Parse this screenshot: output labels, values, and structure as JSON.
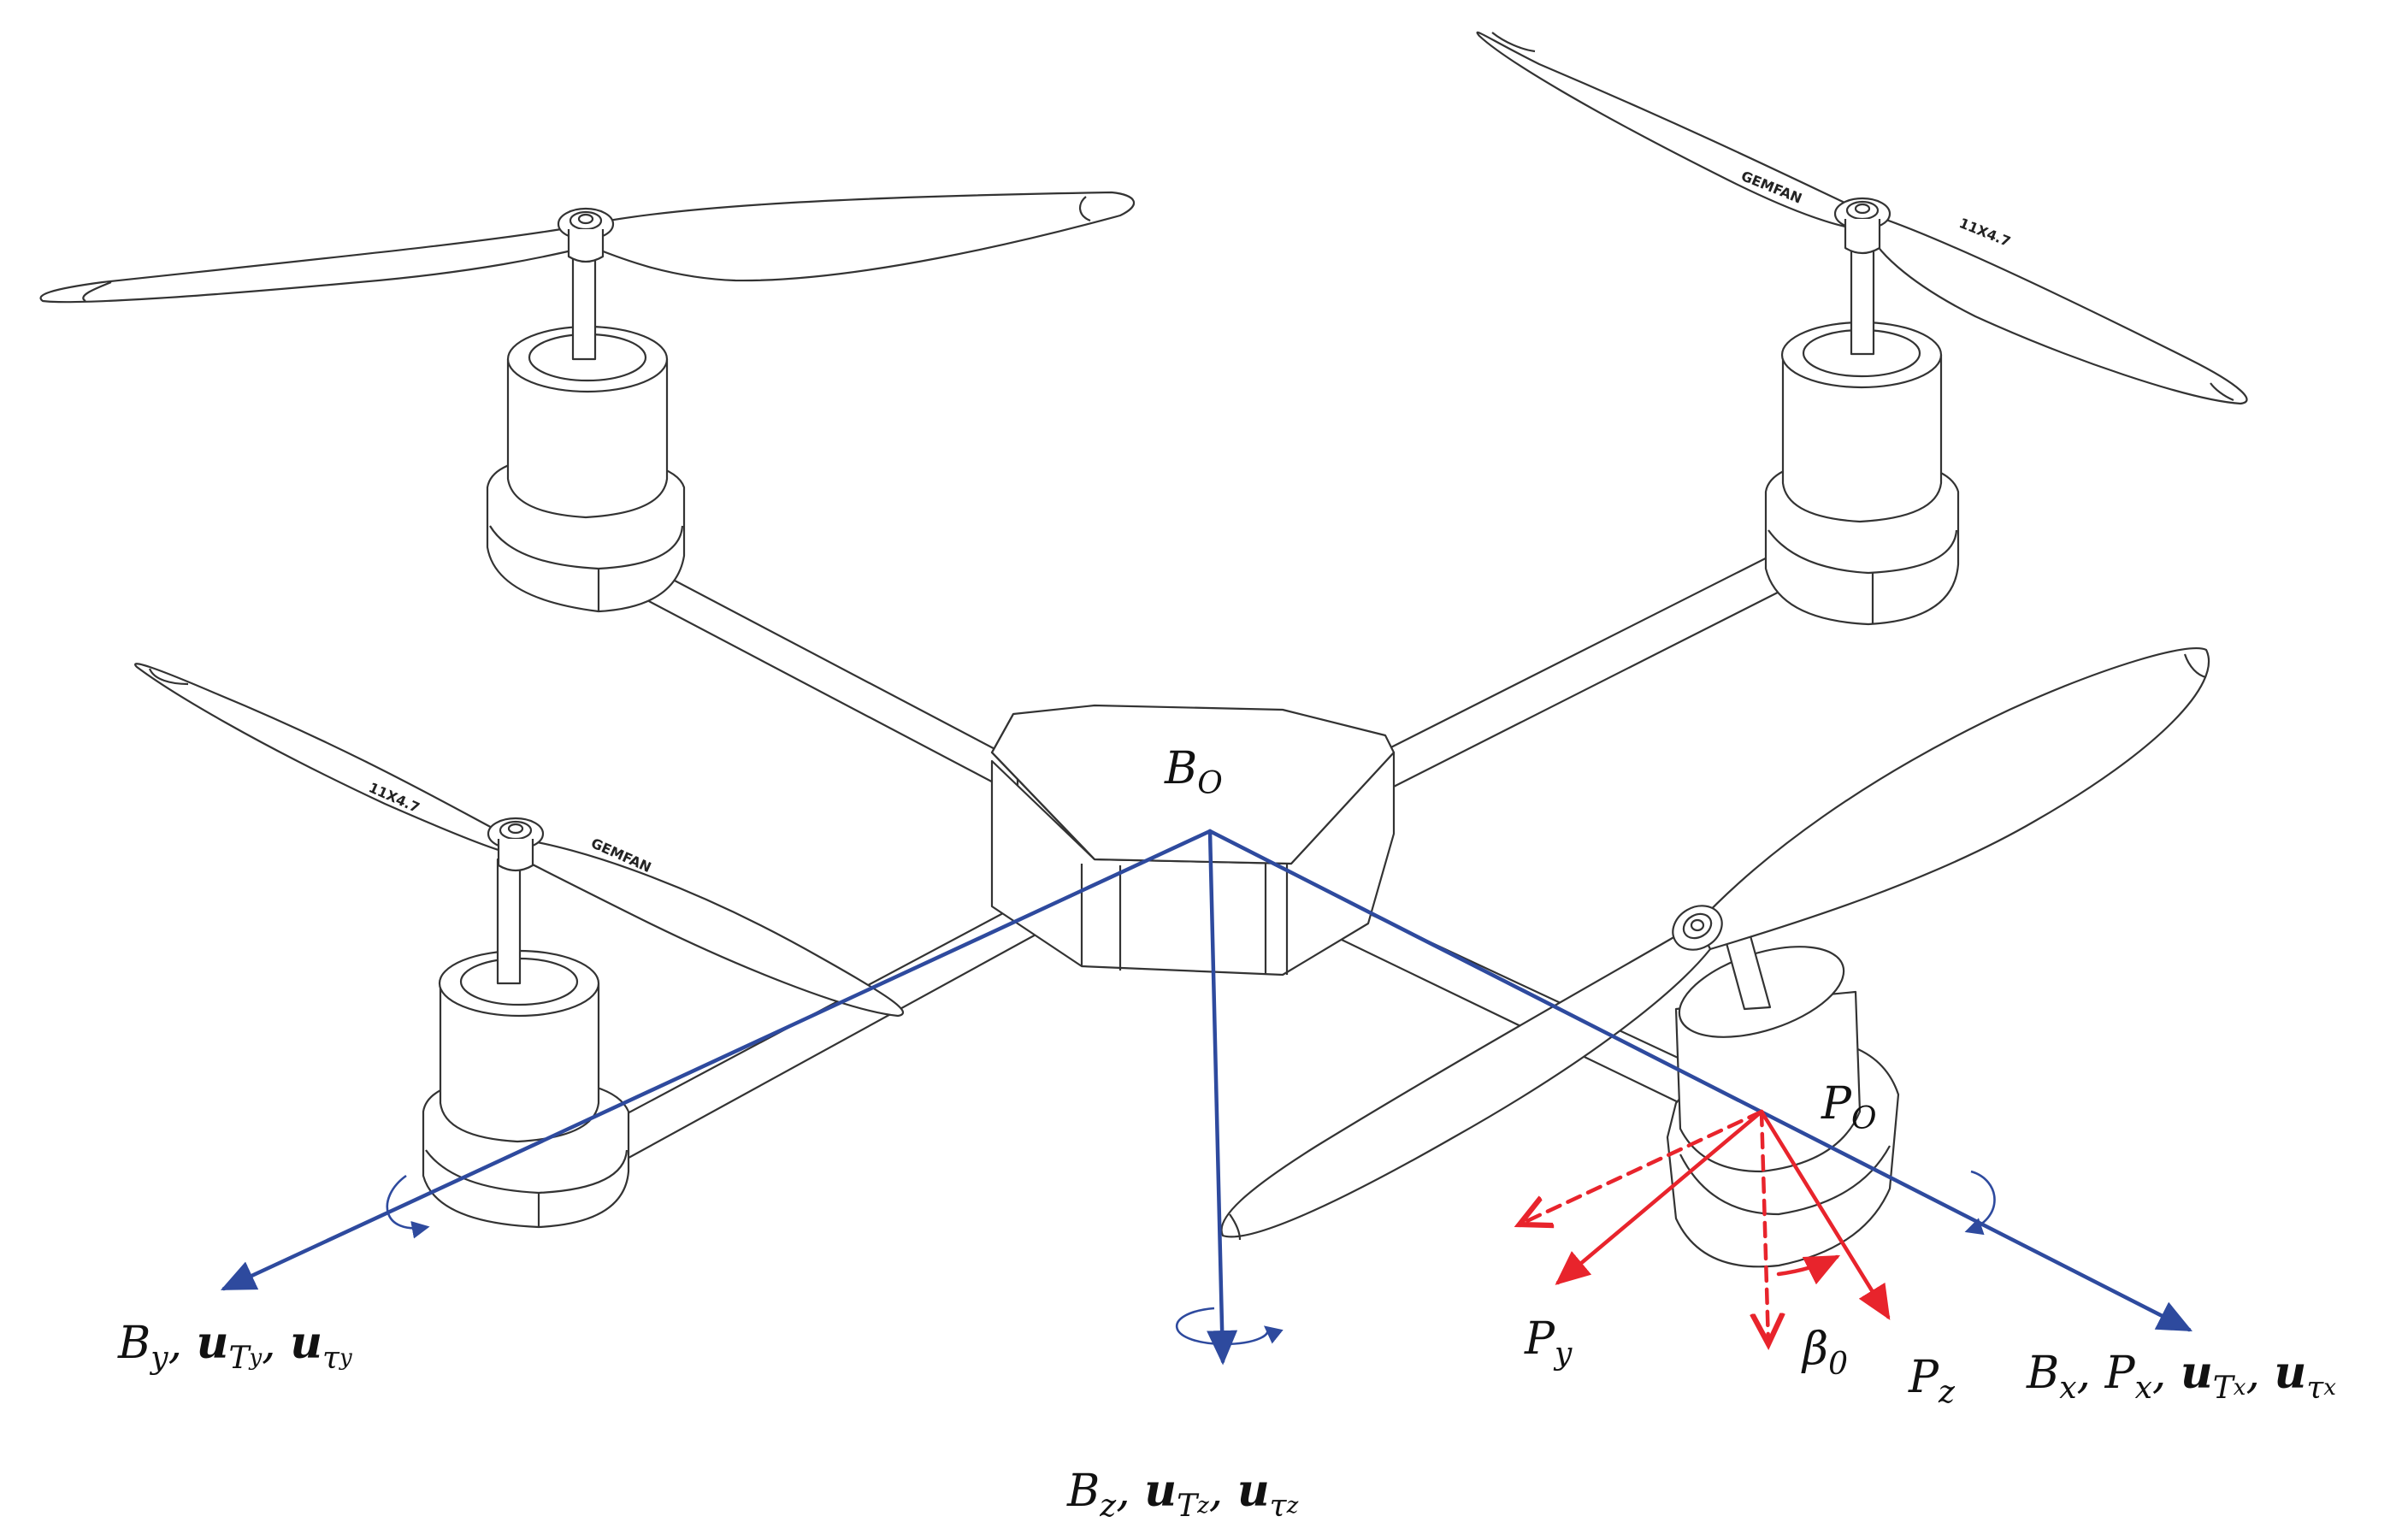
{
  "labels": {
    "b_o": {
      "main": "B",
      "sub": "O"
    },
    "p_o": {
      "main": "P",
      "sub": "O"
    },
    "b_y": {
      "main": "B",
      "sub": "y",
      "sep": ", ",
      "u1": "u",
      "u1_sub": "T",
      "u1_subsub": "y",
      "u2": "u",
      "u2_sub": "τ",
      "u2_subsub": "y"
    },
    "b_z": {
      "main": "B",
      "sub": "z",
      "sep": ", ",
      "u1": "u",
      "u1_sub": "T",
      "u1_subsub": "z",
      "u2": "u",
      "u2_sub": "τ",
      "u2_subsub": "z"
    },
    "b_x": {
      "main": "B",
      "sub": "x",
      "sep": ", ",
      "p": "P",
      "p_sub": "x",
      "u1": "u",
      "u1_sub": "T",
      "u1_subsub": "x",
      "u2": "u",
      "u2_sub": "τ",
      "u2_subsub": "x"
    },
    "p_y": {
      "main": "P",
      "sub": "y"
    },
    "p_z": {
      "main": "P",
      "sub": "z"
    },
    "beta": {
      "main": "β",
      "sub": "0"
    }
  },
  "propeller_stamps": {
    "brand": "GEMFAN",
    "size": "11X4.7"
  },
  "colors": {
    "body_axes": "#2e4a9e",
    "propeller_axes": "#e8242c",
    "line_art": "#333333"
  },
  "icons": [
    "rotation-arrow-icon"
  ]
}
